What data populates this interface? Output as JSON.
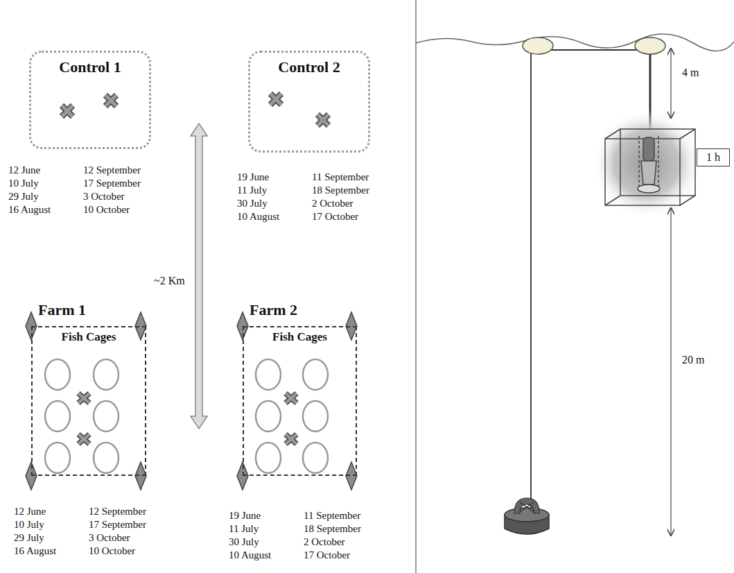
{
  "diagram": {
    "nodes": [
      {
        "text": [
          "Control 1"
        ]
      },
      {
        "text": [
          "Control 2"
        ]
      },
      {
        "text": [
          "Farm 1",
          "Fish Cages"
        ]
      },
      {
        "text": [
          "Farm 2",
          "Fish Cages"
        ]
      },
      {
        "text": [
          "1 h"
        ]
      }
    ],
    "labels": [
      "12 June",
      "10 July",
      "29 July",
      "16 August",
      "12 September",
      "17 September",
      "3 October",
      "10 October",
      "19 June",
      "11 July",
      "30 July",
      "10 August",
      "11 September",
      "18 September",
      "2 October",
      "17 October",
      "~2 Km",
      "12 June",
      "10 July",
      "29 July",
      "16 August",
      "12 September",
      "17 September",
      "3 October",
      "10 October",
      "19 June",
      "11 July",
      "30 July",
      "10 August",
      "11 September",
      "18 September",
      "2 October",
      "17 October",
      "4 m",
      "20 m"
    ]
  }
}
